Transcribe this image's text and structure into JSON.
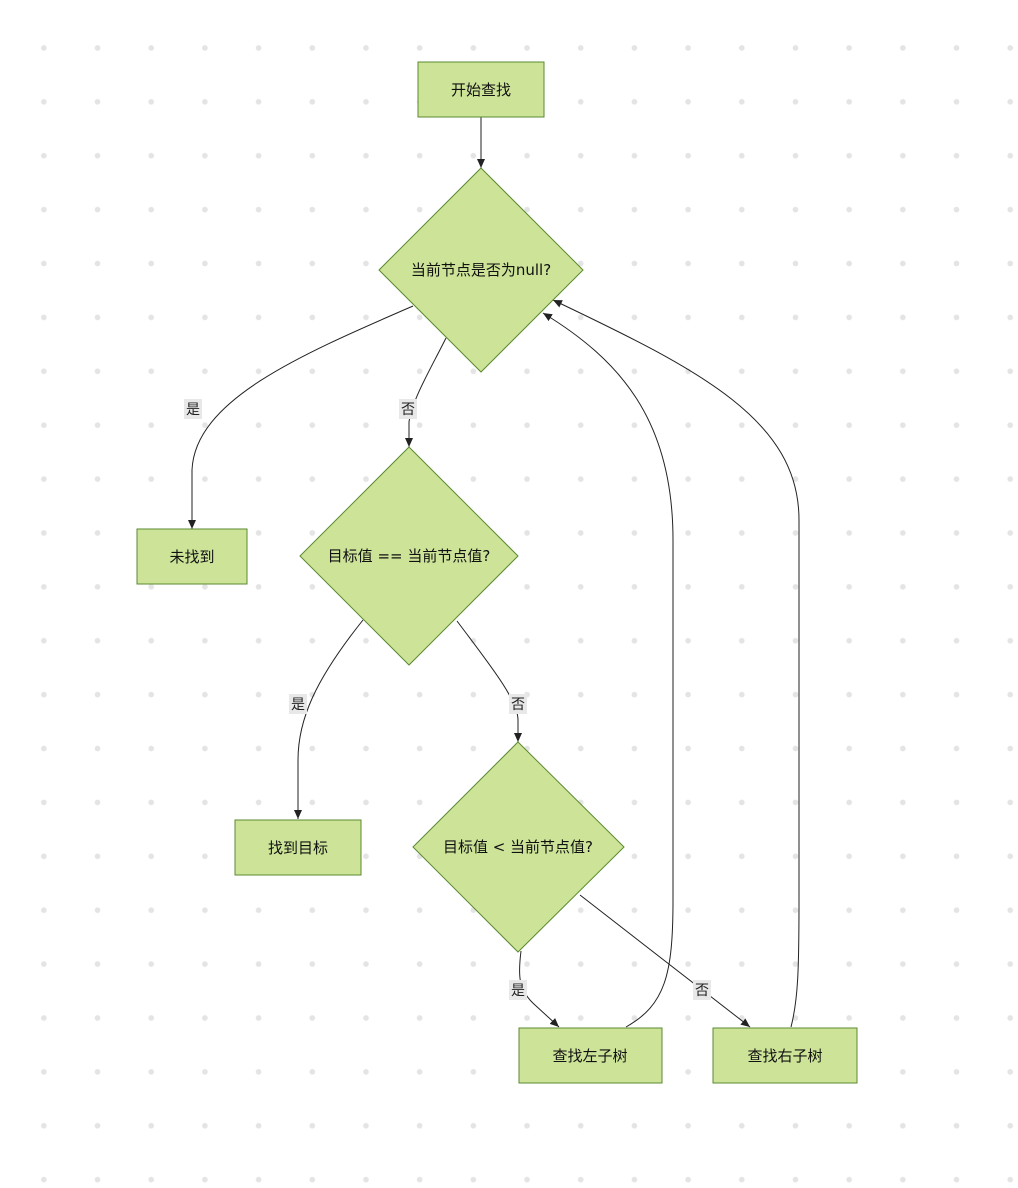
{
  "colors": {
    "node_fill": "#cde498",
    "node_stroke": "#5a8a2f",
    "edge": "#222222",
    "dots": "#e4e4e4"
  },
  "nodes": {
    "start": "开始查找",
    "is_null": "当前节点是否为null?",
    "not_found": "未找到",
    "is_equal": "目标值 == 当前节点值?",
    "found": "找到目标",
    "is_less": "目标值 < 当前节点值?",
    "search_left": "查找左子树",
    "search_right": "查找右子树"
  },
  "edge_labels": {
    "null_yes": "是",
    "null_no": "否",
    "equal_yes": "是",
    "equal_no": "否",
    "less_yes": "是",
    "less_no": "否"
  }
}
